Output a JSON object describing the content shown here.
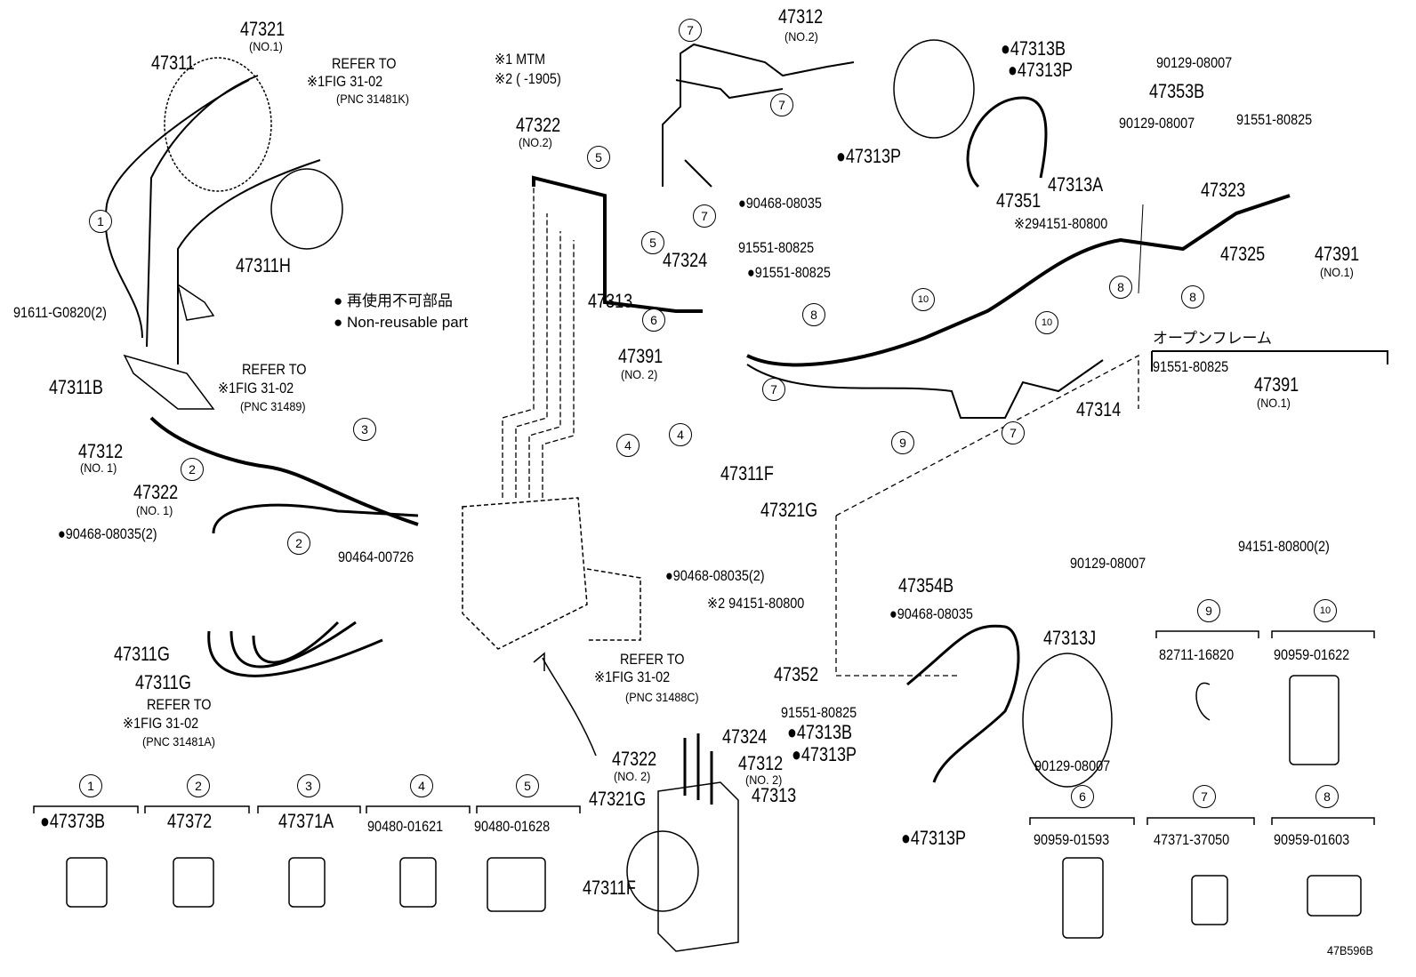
{
  "diagram_code": "47B596B",
  "notes": {
    "mtm": "※1 MTM",
    "date": "※2 (      -1905)"
  },
  "legend": {
    "non_reusable_jp": "● 再使用不可部品",
    "non_reusable_en": "● Non-reusable part",
    "open_frame": "オープンフレーム"
  },
  "callouts": {
    "c1": "1",
    "c2": "2",
    "c3": "3",
    "c4": "4",
    "c5": "5",
    "c6": "6",
    "c7": "7",
    "c8": "8",
    "c9": "9",
    "c10": "10"
  },
  "labels": [
    "47321",
    "(NO.1)",
    "47311",
    "REFER TO",
    "※1FIG 31-02",
    "(PNC 31481K)",
    "47312",
    "(NO.2)",
    "●47313B",
    "●47313P",
    "90129-08007",
    "47353B",
    "90129-08007",
    "91551-80825",
    "47322",
    "(NO.2)",
    "●47313P",
    "47313A",
    "47351",
    "●90468-08035",
    "※294151-80800",
    "47323",
    "91551-80825",
    "47325",
    "47391",
    "(NO.1)",
    "47311H",
    "47324",
    "●91551-80825",
    "47313",
    "91611-G0820(2)",
    "47391",
    "(NO. 2)",
    "91551-80825",
    "47391",
    "(NO.1)",
    "47311B",
    "REFER TO",
    "※1FIG 31-02",
    "(PNC 31489)",
    "47314",
    "47312",
    "(NO. 1)",
    "47311F",
    "47322",
    "(NO. 1)",
    "47321G",
    "●90468-08035(2)",
    "94151-80800(2)",
    "90464-00726",
    "90129-08007",
    "●90468-08035(2)",
    "47354B",
    "※2 94151-80800",
    "●90468-08035",
    "REFER TO",
    "※1FIG 31-02",
    "(PNC 31488C)",
    "47311G",
    "47313J",
    "82711-16820",
    "90959-01622",
    "47311G",
    "47352",
    "REFER TO",
    "※1FIG 31-02",
    "(PNC 31481A)",
    "91551-80825",
    "●47313B",
    "47324",
    "●47313P",
    "47322",
    "(NO. 2)",
    "47312",
    "(NO. 2)",
    "90129-08007",
    "47313",
    "47321G",
    "●47373B",
    "47372",
    "47371A",
    "90480-01621",
    "90480-01628",
    "90959-01593",
    "47371-37050",
    "90959-01603",
    "●47313P",
    "47311F"
  ]
}
